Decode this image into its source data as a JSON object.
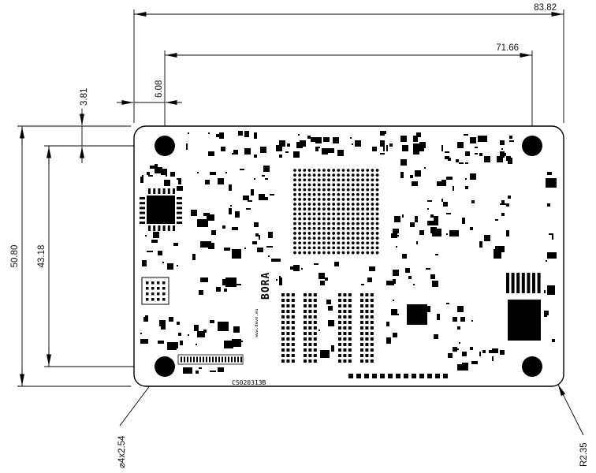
{
  "drawing": {
    "dims": {
      "board_width": "83.82",
      "hole_pitch_x": "71.66",
      "hole_offset_x": "6.08",
      "hole_offset_y": "3.81",
      "board_height": "50.80",
      "hole_pitch_y": "43.18",
      "hole_spec": "⌀4x2.54",
      "corner_radius": "R2.35"
    },
    "board": {
      "product_name": "BORA",
      "manufacturer_url": "www.dave.eu",
      "part_code": "CS020313B"
    }
  }
}
